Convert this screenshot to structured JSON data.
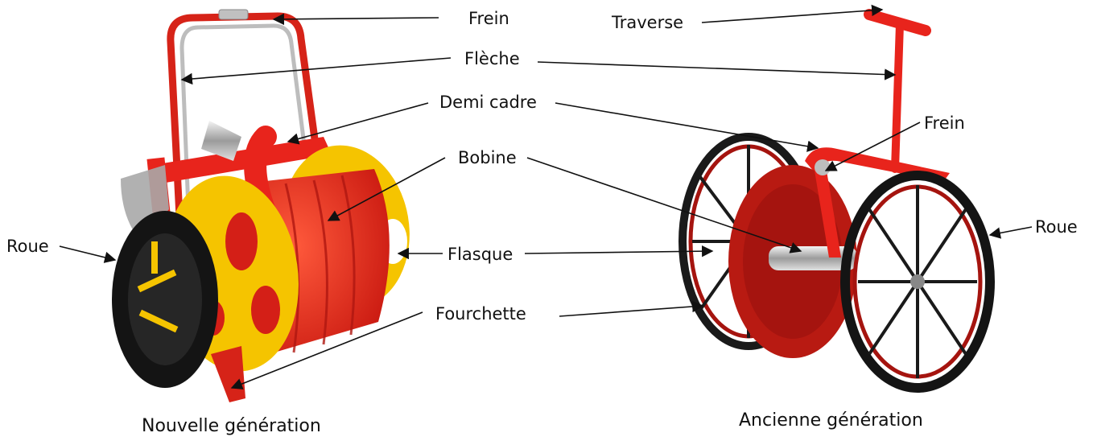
{
  "labels": {
    "frein_left": "Frein",
    "traverse": "Traverse",
    "fleche": "Flèche",
    "demi_cadre": "Demi cadre",
    "frein_right": "Frein",
    "bobine": "Bobine",
    "roue_left": "Roue",
    "roue_right": "Roue",
    "flasque": "Flasque",
    "fourchette": "Fourchette"
  },
  "captions": {
    "left": "Nouvelle génération",
    "right": "Ancienne génération"
  },
  "colors": {
    "red": "#e8241c",
    "dark_red": "#a5140f",
    "yellow": "#f5c400",
    "black": "#151515",
    "steel": "#c9c9c9"
  }
}
